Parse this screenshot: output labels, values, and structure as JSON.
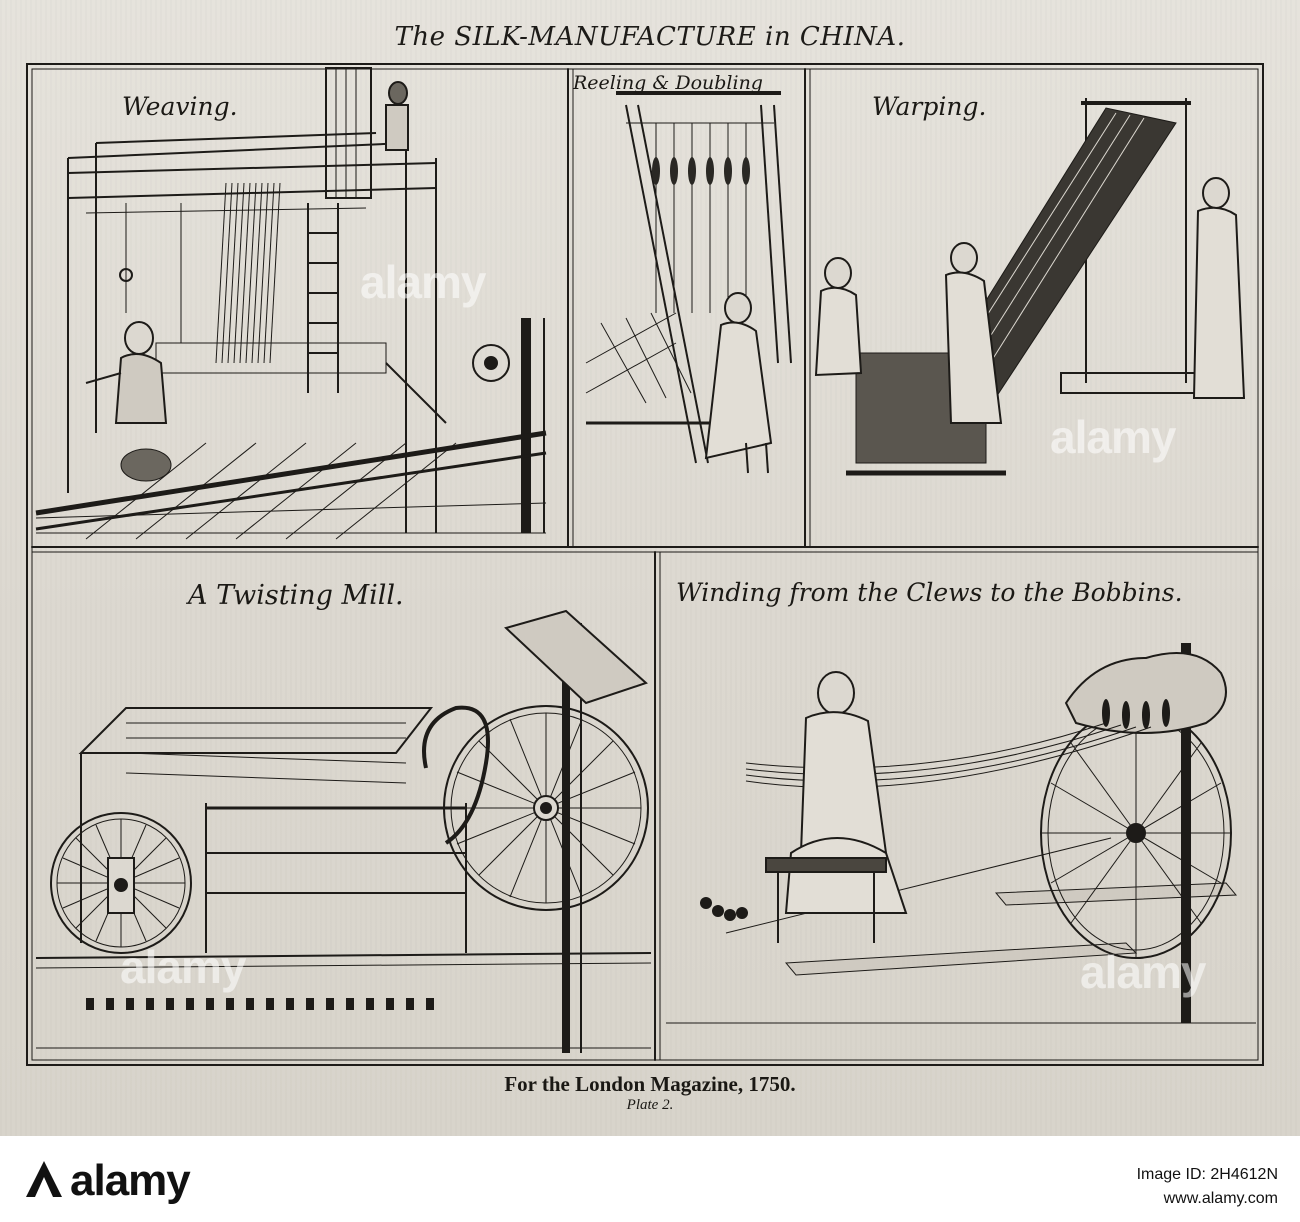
{
  "plate": {
    "title": "The SILK-MANUFACTURE in CHINA.",
    "imprint": "For the London Magazine, 1750.",
    "plate_number": "Plate 2."
  },
  "panels": [
    {
      "key": "weaving",
      "caption": "Weaving."
    },
    {
      "key": "reeling",
      "caption": "Reeling & Doubling"
    },
    {
      "key": "warping",
      "caption": "Warping."
    },
    {
      "key": "twisting",
      "caption": "A Twisting Mill."
    },
    {
      "key": "winding",
      "caption": "Winding from the Clews to the Bobbins."
    }
  ],
  "stock": {
    "watermark_text": "alamy",
    "logo_text": "alamy",
    "image_id_line": "Image ID: 2H4612N",
    "site_line": "www.alamy.com"
  },
  "colors": {
    "paper": "#dcd8d0",
    "ink": "#1d1b18"
  }
}
